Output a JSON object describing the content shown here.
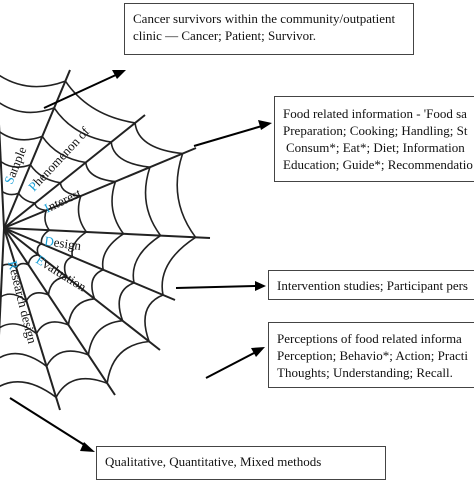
{
  "boxes": {
    "sample": {
      "lines": [
        "Cancer survivors within the community/outpatient",
        "clinic — Cancer; Patient; Survivor."
      ]
    },
    "phenomenon": {
      "lines": [
        "Food related information - 'Food sa",
        "Preparation; Cooking; Handling; St",
        "Consum*; Eat*; Diet; Information",
        "Education; Guide*; Recommendatio"
      ]
    },
    "design": {
      "lines": [
        "Intervention studies; Participant pers"
      ]
    },
    "evaluation": {
      "lines": [
        "Perceptions of food related informa",
        "Perception; Behavio*; Action; Practi",
        "Thoughts; Understanding; Recall."
      ]
    },
    "research": {
      "lines": [
        "Qualitative, Quantitative, Mixed methods"
      ]
    }
  },
  "spider_labels": {
    "sample": {
      "initial": "S",
      "rest": "ample"
    },
    "phenomenon": {
      "initial": "P",
      "rest": "henomenon of"
    },
    "interest": {
      "initial": "I",
      "rest": "nterest"
    },
    "design": {
      "initial": "D",
      "rest": "esign"
    },
    "evaluation": {
      "initial": "E",
      "rest": "valuation"
    },
    "research": {
      "initial": "R",
      "rest": "esearch design"
    }
  },
  "colors": {
    "initial": "#1aa0d8",
    "border": "#444444",
    "web": "#222222"
  }
}
